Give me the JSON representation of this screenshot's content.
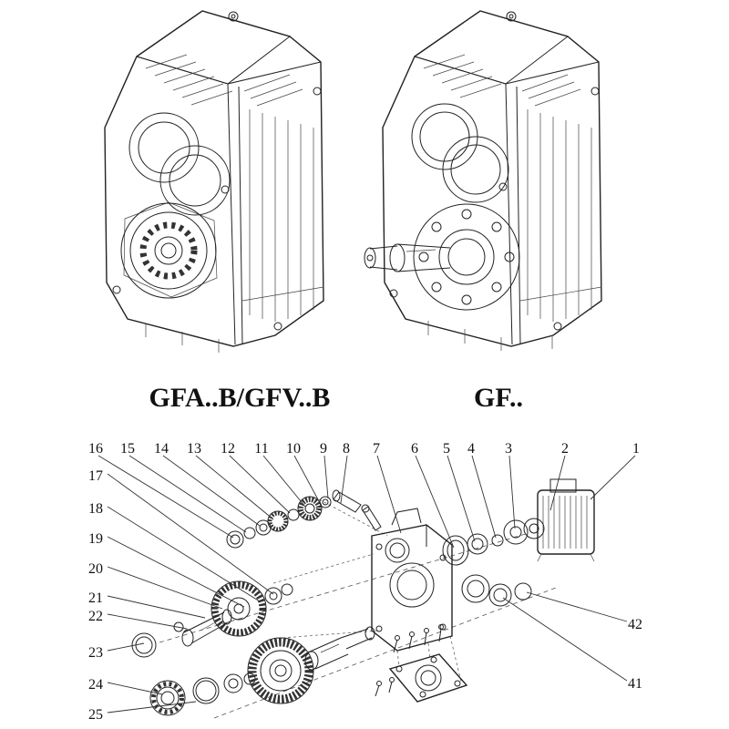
{
  "page_title": "Gear reducer models and exploded parts diagram",
  "products": [
    {
      "label": "GFA..B/GFV..B"
    },
    {
      "label": "GF.."
    }
  ],
  "exploded_view": {
    "top_labels": [
      "16",
      "15",
      "14",
      "13",
      "12",
      "11",
      "10",
      "9",
      "8",
      "7",
      "6",
      "5",
      "4",
      "3",
      "2",
      "1"
    ],
    "left_labels": [
      "17",
      "18",
      "19",
      "20",
      "21",
      "22",
      "23",
      "24",
      "25"
    ],
    "right_labels": [
      "42",
      "41"
    ]
  },
  "colors": {
    "line": "#222222",
    "background": "#ffffff"
  }
}
